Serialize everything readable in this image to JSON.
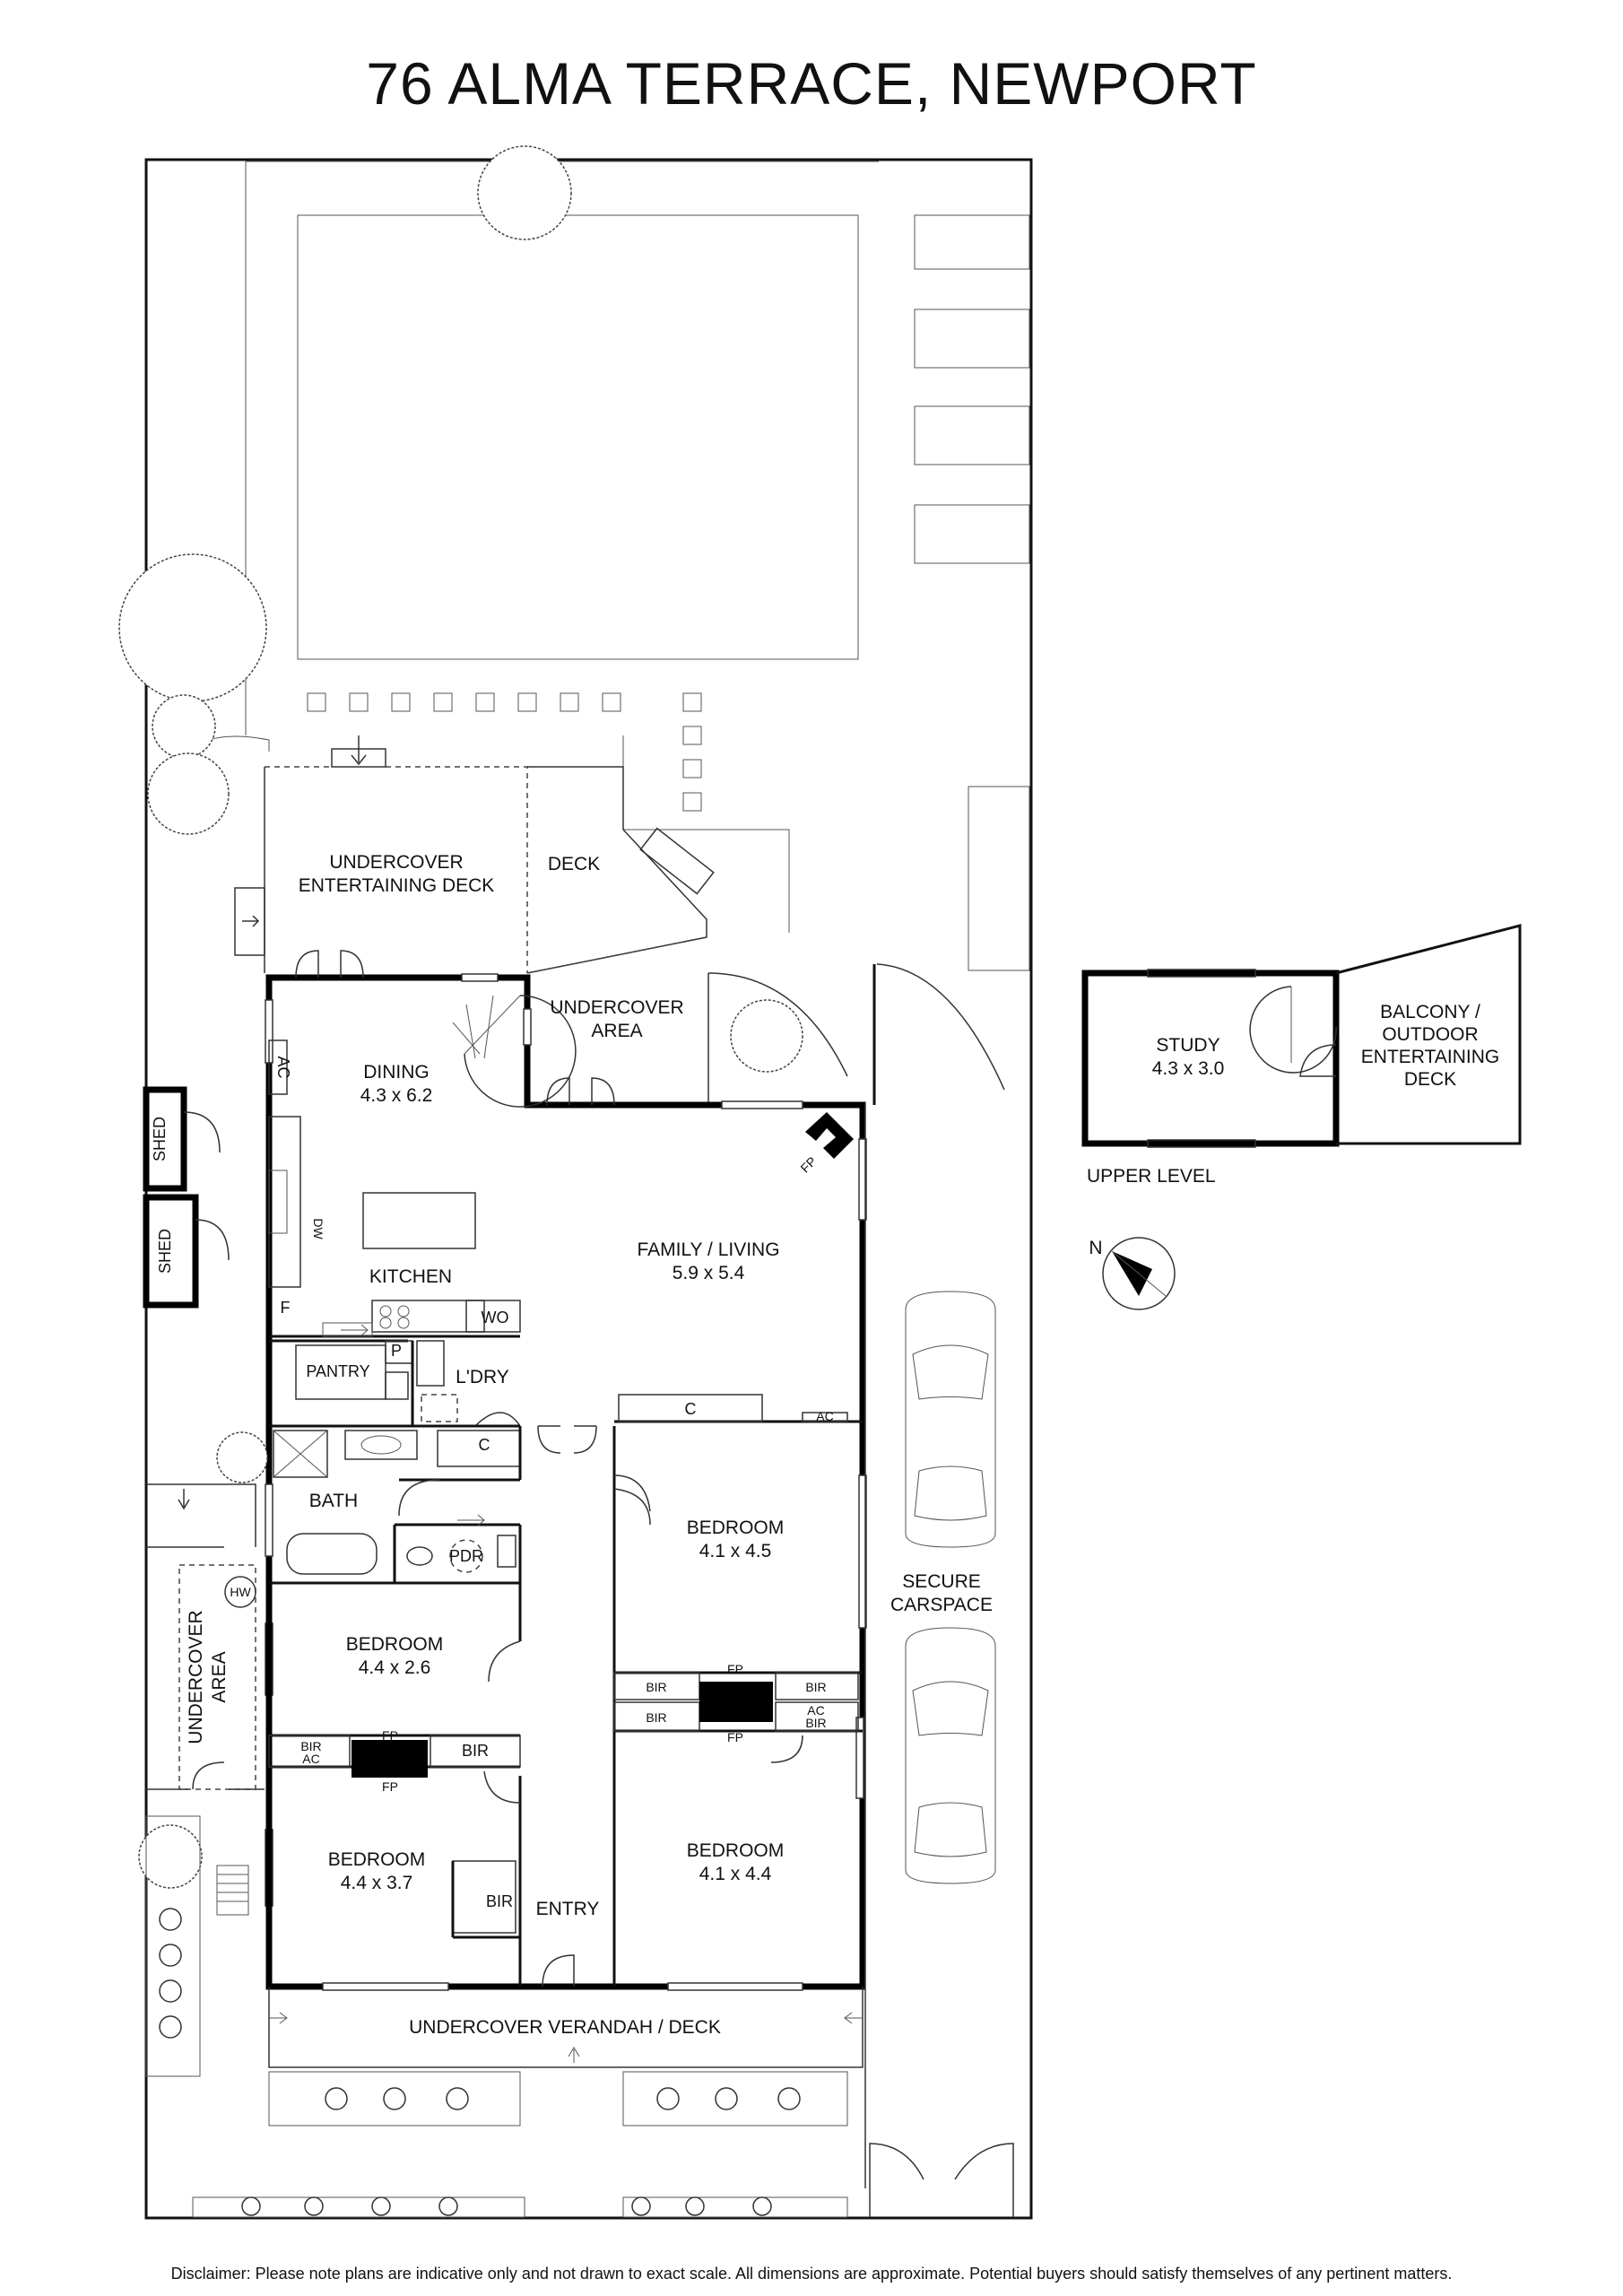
{
  "title": "76 ALMA TERRACE, NEWPORT",
  "disclaimer": "Disclaimer: Please note plans are indicative only and not drawn to exact scale. All dimensions are approximate. Potential buyers should satisfy themselves of any pertinent matters.",
  "rooms": {
    "undercover_deck_l1": "UNDERCOVER",
    "undercover_deck_l2": "ENTERTAINING DECK",
    "deck": "DECK",
    "undercover_area_l1": "UNDERCOVER",
    "undercover_area_l2": "AREA",
    "dining": "DINING",
    "dining_dim": "4.3 x 6.2",
    "family": "FAMILY / LIVING",
    "family_dim": "5.9 x 5.4",
    "kitchen": "KITCHEN",
    "pantry": "PANTRY",
    "laundry": "L'DRY",
    "bath": "BATH",
    "pdr": "PDR",
    "bedroom_nw": "BEDROOM",
    "bedroom_nw_dim": "4.4 x 2.6",
    "bedroom_sw": "BEDROOM",
    "bedroom_sw_dim": "4.4 x 3.7",
    "bedroom_ne": "BEDROOM",
    "bedroom_ne_dim": "4.1 x 4.5",
    "bedroom_se": "BEDROOM",
    "bedroom_se_dim": "4.1 x 4.4",
    "entry": "ENTRY",
    "verandah": "UNDERCOVER VERANDAH / DECK",
    "shed_1": "SHED",
    "shed_2": "SHED",
    "side_undercover_l1": "UNDERCOVER",
    "side_undercover_l2": "AREA",
    "carspace_l1": "SECURE",
    "carspace_l2": "CARSPACE",
    "study": "STUDY",
    "study_dim": "4.3 x 3.0",
    "balcony_l1": "BALCONY /",
    "balcony_l2": "OUTDOOR",
    "balcony_l3": "ENTERTAINING",
    "balcony_l4": "DECK",
    "upper_level": "UPPER LEVEL"
  },
  "fixtures": {
    "ac": "AC",
    "dw": "DW",
    "fp": "FP",
    "fridge": "F",
    "wo": "WO",
    "p": "P",
    "c": "C",
    "bir": "BIR",
    "hw": "HW"
  },
  "compass": {
    "north": "N"
  }
}
